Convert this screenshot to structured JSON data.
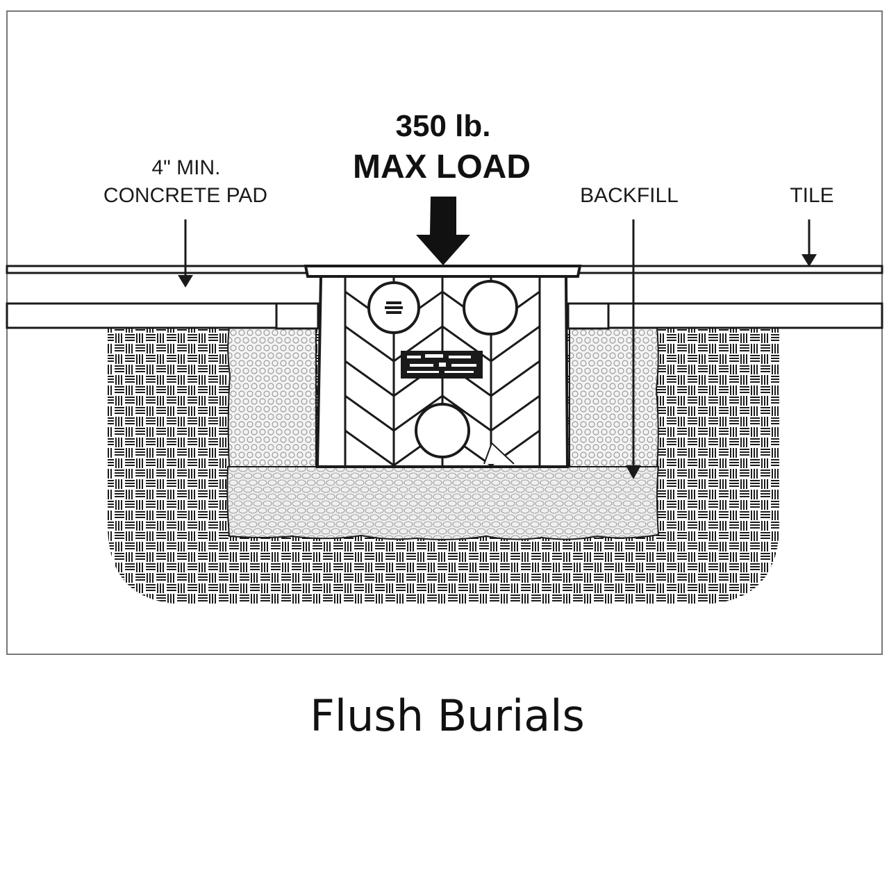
{
  "diagram": {
    "load": {
      "line1": "350 lb.",
      "line2": "MAX LOAD"
    },
    "labels": {
      "pad_line1": "4\" MIN.",
      "pad_line2": "CONCRETE PAD",
      "backfill": "BACKFILL",
      "tile": "TILE"
    }
  },
  "caption": "Flush Burials",
  "colors": {
    "line": "#1a1a1a",
    "background": "#ffffff",
    "frame": "#777777"
  }
}
